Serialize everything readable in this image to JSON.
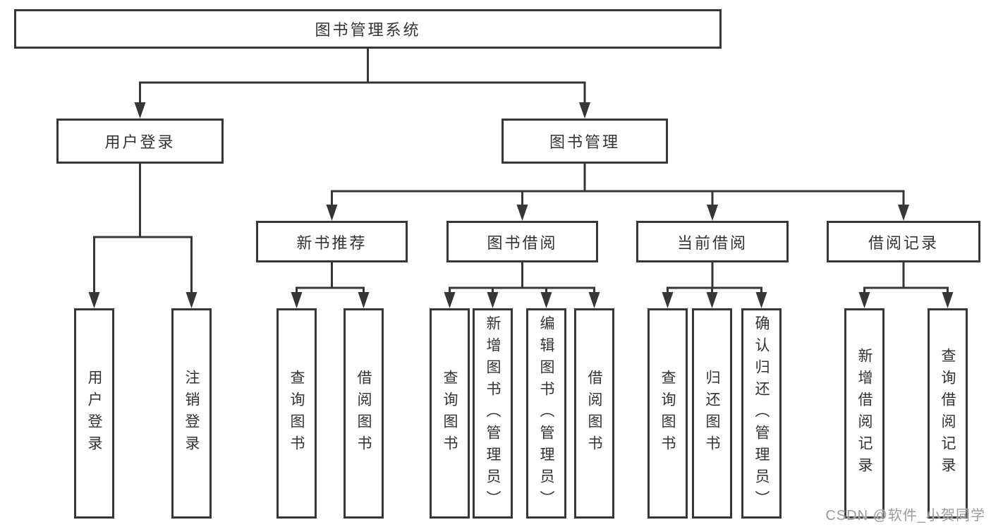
{
  "diagram_title": "图书管理系统",
  "tree": {
    "label": "图书管理系统",
    "children": [
      {
        "label": "用户登录",
        "children": [
          {
            "label": "用户登录"
          },
          {
            "label": "注销登录"
          }
        ]
      },
      {
        "label": "图书管理",
        "children": [
          {
            "label": "新书推荐",
            "children": [
              {
                "label": "查询图书"
              },
              {
                "label": "借阅图书"
              }
            ]
          },
          {
            "label": "图书借阅",
            "children": [
              {
                "label": "查询图书"
              },
              {
                "label": "新增图书（管理员）"
              },
              {
                "label": "编辑图书（管理员）"
              },
              {
                "label": "借阅图书"
              }
            ]
          },
          {
            "label": "当前借阅",
            "children": [
              {
                "label": "查询图书"
              },
              {
                "label": "归还图书"
              },
              {
                "label": "确认归还（管理员）"
              }
            ]
          },
          {
            "label": "借阅记录",
            "children": [
              {
                "label": "新增借阅记录"
              },
              {
                "label": "查询借阅记录"
              }
            ]
          }
        ]
      }
    ]
  },
  "watermark": "CSDN @软件_小贺同学",
  "colors": {
    "line": "#363636",
    "box_border": "#363636",
    "text": "#333333",
    "watermark": "#9b9b9b",
    "background": "#ffffff"
  }
}
